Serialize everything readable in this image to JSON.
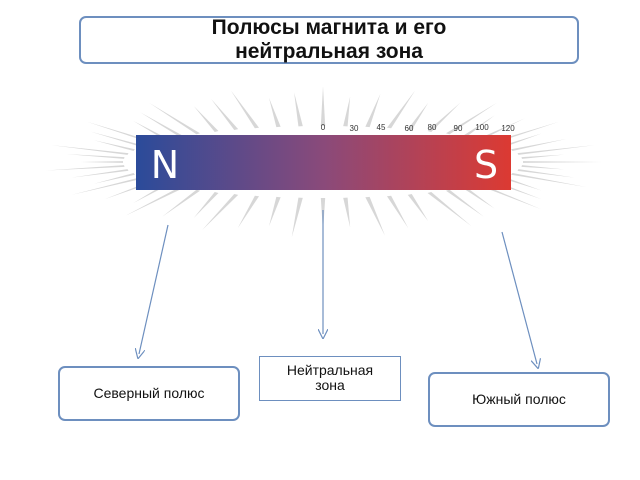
{
  "title": "Полюсы магнита и его нейтральная зона",
  "magnet": {
    "north_letter": "N",
    "south_letter": "S",
    "north_color": "#2b4b9a",
    "south_color": "#dc3a32",
    "scale_marks": [
      "0",
      "30",
      "45",
      "60",
      "80",
      "90",
      "100",
      "120"
    ]
  },
  "labels": {
    "north": "Северный полюс",
    "neutral": "Нейтральная зона",
    "south": "Южный полюс"
  }
}
